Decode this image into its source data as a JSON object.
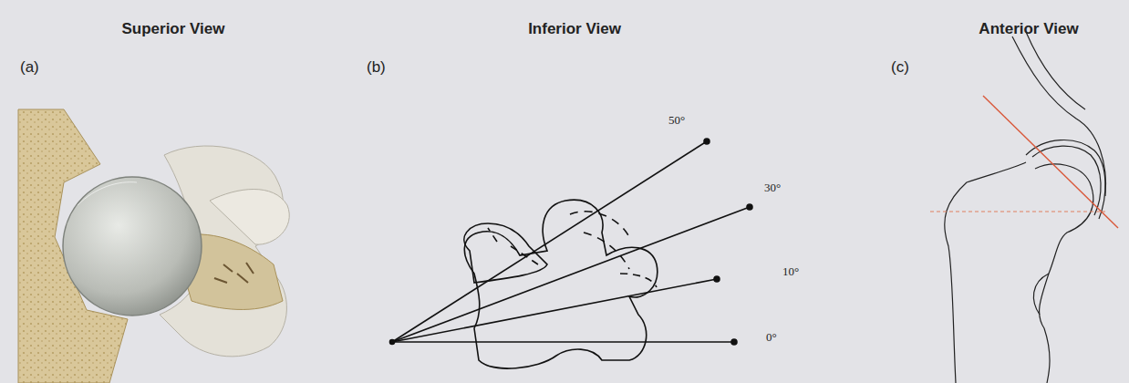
{
  "diagram": {
    "labels": [
      "Superior View",
      "Inferior View",
      "Anterior View",
      "(a)",
      "(b)",
      "(c)",
      "50°",
      "30°",
      "10°",
      "0°"
    ]
  }
}
